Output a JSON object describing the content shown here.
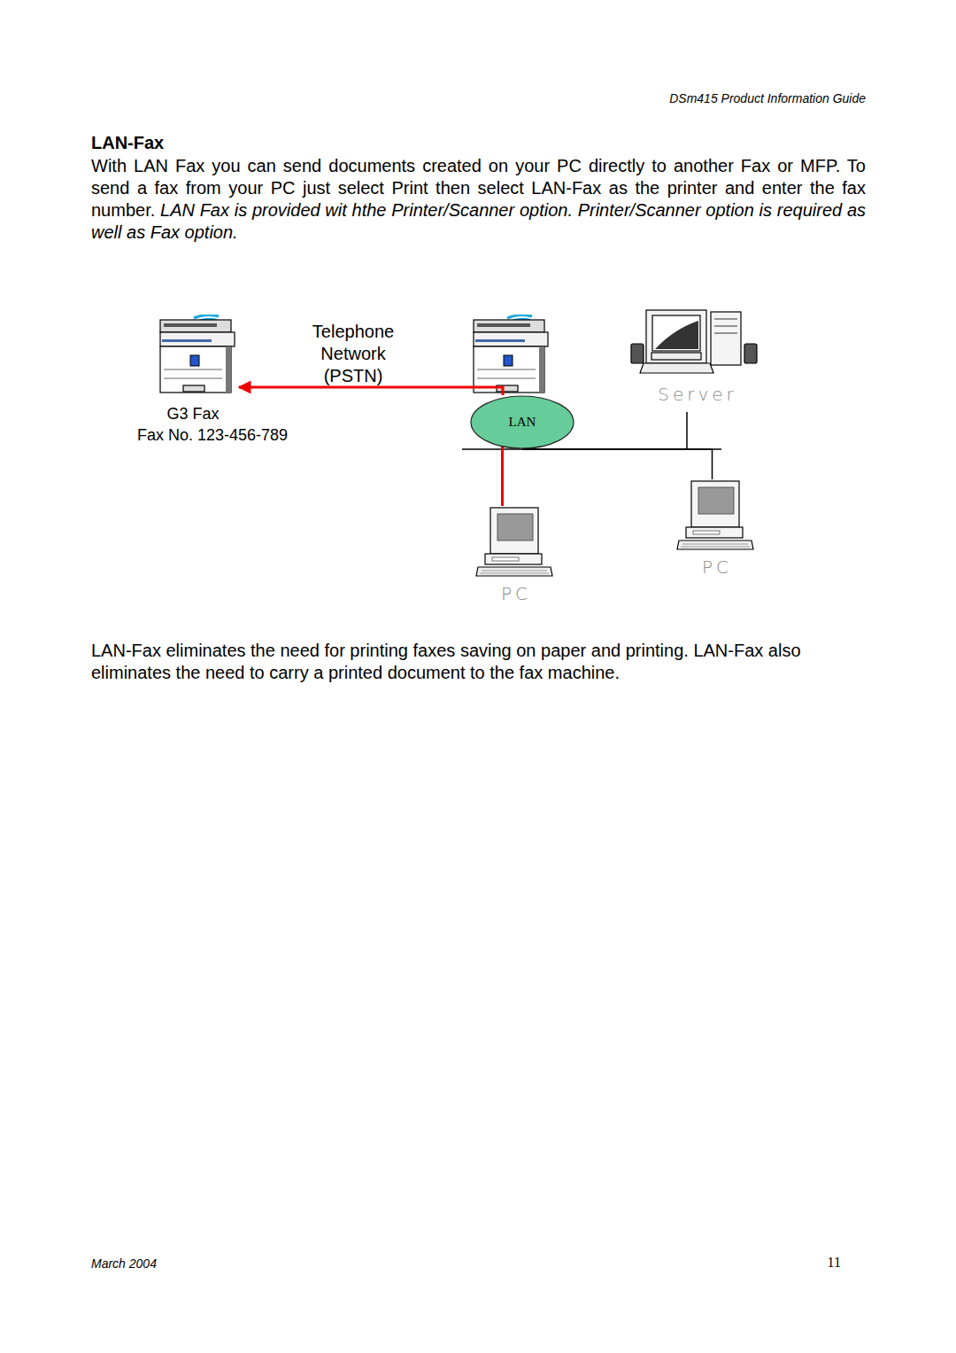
{
  "diagram": {
    "title": "LAN-Fax",
    "nodes": [
      {
        "text": [
          "G3 Fax",
          "Fax No. 123-456-789"
        ]
      },
      {
        "text": [
          "LAN"
        ]
      },
      {
        "text": [
          "Server"
        ]
      },
      {
        "text": [
          "PC"
        ]
      },
      {
        "text": [
          "PC"
        ]
      }
    ],
    "edges": [
      {
        "from": 1,
        "to": 0,
        "arrow": "to",
        "label": "Telephone Network (PSTN)"
      },
      {
        "from": 1,
        "to": 2,
        "arrow": "none"
      },
      {
        "from": 1,
        "to": 3,
        "arrow": "none"
      },
      {
        "from": 1,
        "to": 4,
        "arrow": "none"
      }
    ],
    "labels": [
      "DSm415 Product Information Guide",
      "With LAN Fax you can send documents created on your PC directly to another Fax or MFP. To send a fax from your PC just select Print then select LAN-Fax as the printer and enter the fax number.",
      "LAN Fax is provided wit hthe Printer/Scanner option. Printer/Scanner option is required as well as Fax option.",
      "LAN-Fax eliminates the need for printing faxes saving on paper and printing.  LAN-Fax also eliminates the need to carry a printed document to the fax machine.",
      "March 2004",
      "11"
    ]
  }
}
